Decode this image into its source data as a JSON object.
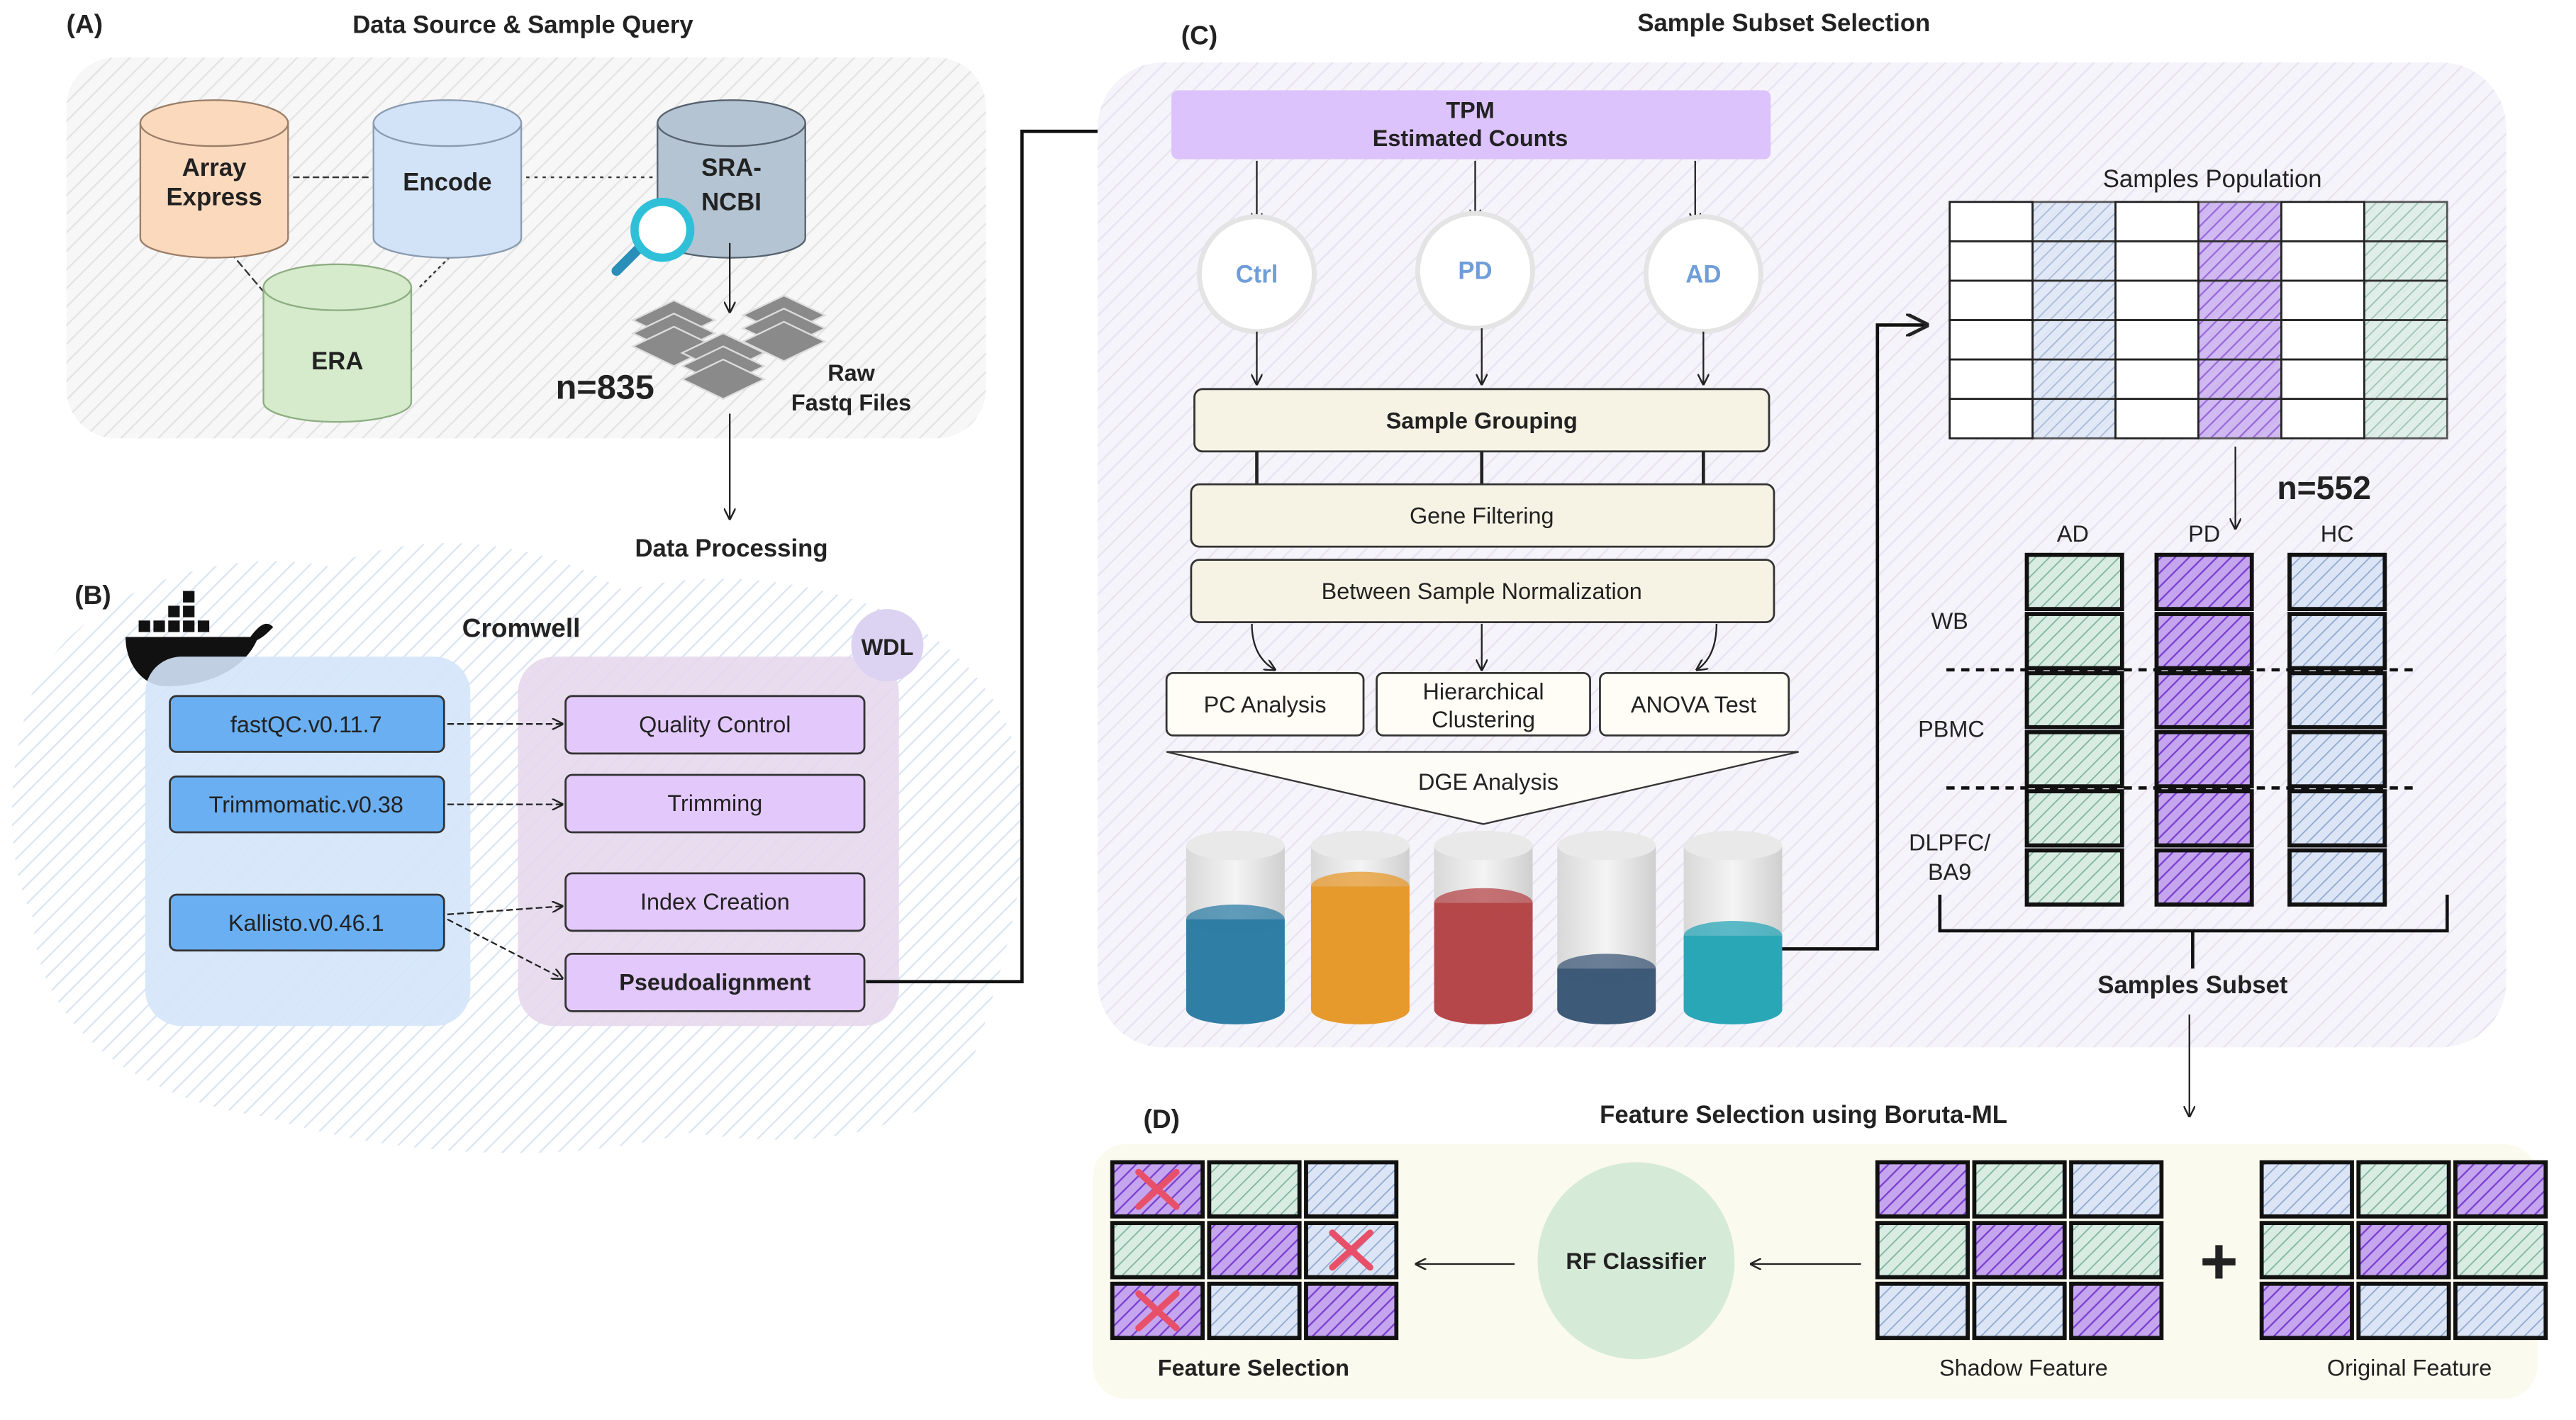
{
  "panel_a": {
    "label": "(A)",
    "title": "Data Source & Sample Query",
    "databases": [
      {
        "line1": "Array",
        "line2": "Express",
        "color": "#fbd9bd"
      },
      {
        "line1": "Encode",
        "line2": "",
        "color": "#d3e3f7"
      },
      {
        "line1": "ERA",
        "line2": "",
        "color": "#d5ebcc"
      },
      {
        "line1": "SRA-",
        "line2": "NCBI",
        "color": "#b4c4d2"
      }
    ],
    "count": "n=835",
    "files_line1": "Raw",
    "files_line2": "Fastq Files",
    "next_step": "Data Processing"
  },
  "panel_b": {
    "label": "(B)",
    "title": "Cromwell",
    "badge": "WDL",
    "tools": [
      "fastQC.v0.11.7",
      "Trimmomatic.v0.38",
      "Kallisto.v0.46.1"
    ],
    "steps": [
      "Quality Control",
      "Trimming",
      "Index Creation",
      "Pseudoalignment"
    ]
  },
  "panel_c": {
    "label": "(C)",
    "title": "Sample Subset Selection",
    "input_line1": "TPM",
    "input_line2": "Estimated Counts",
    "groups": [
      "Ctrl",
      "PD",
      "AD"
    ],
    "grouping": "Sample Grouping",
    "filtering": "Gene Filtering",
    "normalization": "Between Sample Normalization",
    "analyses": [
      "PC Analysis",
      "Hierarchical",
      "Clustering",
      "ANOVA Test"
    ],
    "dge": "DGE Analysis",
    "cylinder_colors": [
      "#2f7ea5",
      "#e79a2c",
      "#b5474a",
      "#3d5a78",
      "#2aa7b7"
    ],
    "population_label": "Samples Population",
    "subset_count": "n=552",
    "subset_columns": [
      "AD",
      "PD",
      "HC"
    ],
    "tissues": [
      "WB",
      "PBMC",
      "DLPFC/",
      "BA9"
    ],
    "subset_label": "Samples Subset"
  },
  "panel_d": {
    "label": "(D)",
    "title": "Feature Selection using Boruta-ML",
    "classifier": "RF Classifier",
    "selection_label": "Feature Selection",
    "shadow_label": "Shadow Feature",
    "original_label": "Original Feature",
    "plus": "+",
    "selection_grid": [
      [
        "purple",
        "green",
        "blue"
      ],
      [
        "green",
        "purple",
        "blue"
      ],
      [
        "purple",
        "blue",
        "purple"
      ]
    ],
    "rejected": [
      [
        0,
        0
      ],
      [
        1,
        2
      ],
      [
        2,
        0
      ]
    ],
    "shadow_grid": [
      [
        "purple",
        "green",
        "blue"
      ],
      [
        "green",
        "purple",
        "green"
      ],
      [
        "blue",
        "blue",
        "purple"
      ]
    ],
    "original_grid": [
      [
        "blue",
        "green",
        "purple"
      ],
      [
        "green",
        "purple",
        "green"
      ],
      [
        "purple",
        "blue",
        "blue"
      ]
    ]
  },
  "colors": {
    "green": "#cfe8dc",
    "blue": "#cfdcf2",
    "purple": "#b48ae8",
    "accent_x": "#e8506a"
  }
}
